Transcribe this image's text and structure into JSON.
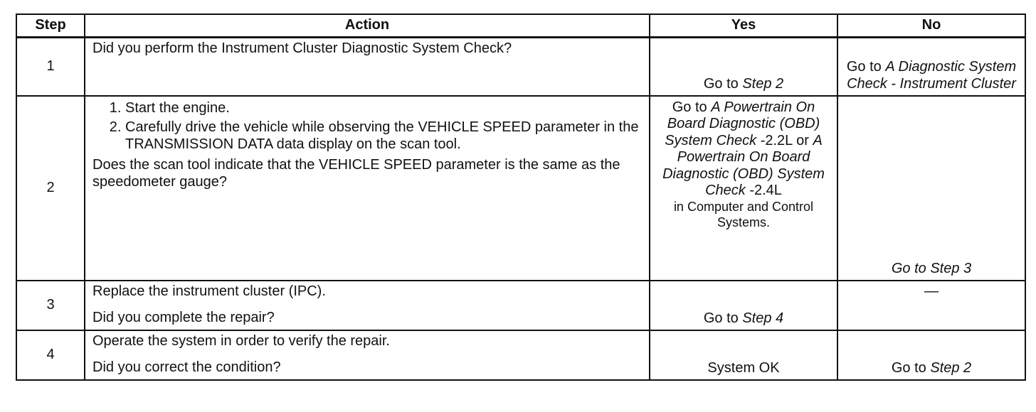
{
  "table": {
    "headers": {
      "step": "Step",
      "action": "Action",
      "yes": "Yes",
      "no": "No"
    },
    "rows": [
      {
        "step": "1",
        "question": "Did you perform the Instrument Cluster Diagnostic System Check?",
        "yes_prefix": "Go to ",
        "yes_ref": "Step 2",
        "no_prefix": "Go to ",
        "no_ref": "A Diagnostic System Check - Instrument Cluster"
      },
      {
        "step": "2",
        "actions": [
          "Start the engine.",
          "Carefully drive the vehicle while observing the VEHICLE SPEED parameter in the TRANSMISSION DATA data display on the scan tool."
        ],
        "question": "Does the scan tool indicate that the VEHICLE SPEED parameter is the same as the speedometer gauge?",
        "yes_prefix": "Go to ",
        "yes_ref1": "A Powertrain On Board Diagnostic (OBD) System Check",
        "yes_suffix1": " -2.2L",
        "yes_or": " or ",
        "yes_ref2": "A Powertrain On Board Diagnostic (OBD) System Check",
        "yes_suffix2": " -2.4L",
        "yes_tail": "in Computer and Control Systems.",
        "no_ref": "Go to Step 3"
      },
      {
        "step": "3",
        "action": "Replace the instrument cluster (IPC).",
        "question": "Did you complete the repair?",
        "yes_prefix": "Go to ",
        "yes_ref": "Step 4",
        "no": "—"
      },
      {
        "step": "4",
        "action": "Operate the system in order to verify the repair.",
        "question": "Did you correct the condition?",
        "yes": "System OK",
        "no_prefix": "Go to ",
        "no_ref": "Step 2"
      }
    ]
  }
}
